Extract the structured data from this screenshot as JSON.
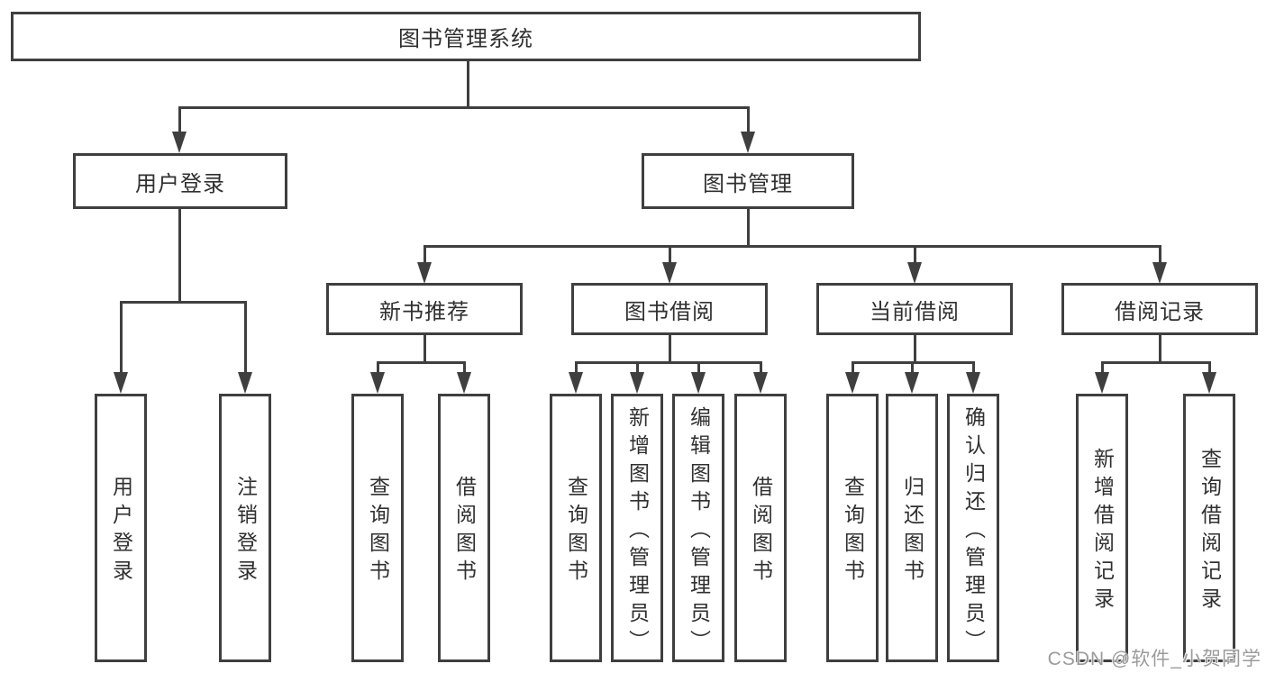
{
  "tree": {
    "label": "图书管理系统",
    "children": [
      {
        "label": "用户登录",
        "children": [
          {
            "label": "用户登录"
          },
          {
            "label": "注销登录"
          }
        ]
      },
      {
        "label": "图书管理",
        "children": [
          {
            "label": "新书推荐",
            "children": [
              {
                "label": "查询图书"
              },
              {
                "label": "借阅图书"
              }
            ]
          },
          {
            "label": "图书借阅",
            "children": [
              {
                "label": "查询图书"
              },
              {
                "label": "新增图书（管理员）"
              },
              {
                "label": "编辑图书（管理员）"
              },
              {
                "label": "借阅图书"
              }
            ]
          },
          {
            "label": "当前借阅",
            "children": [
              {
                "label": "查询图书"
              },
              {
                "label": "归还图书"
              },
              {
                "label": "确认归还（管理员）"
              }
            ]
          },
          {
            "label": "借阅记录",
            "children": [
              {
                "label": "新增借阅记录"
              },
              {
                "label": "查询借阅记录"
              }
            ]
          }
        ]
      }
    ]
  },
  "watermark": "CSDN @软件_小贺同学",
  "colors": {
    "line": "#3f3f3f",
    "text": "#303030",
    "watermark": "#9b9b9b",
    "background": "#ffffff"
  }
}
